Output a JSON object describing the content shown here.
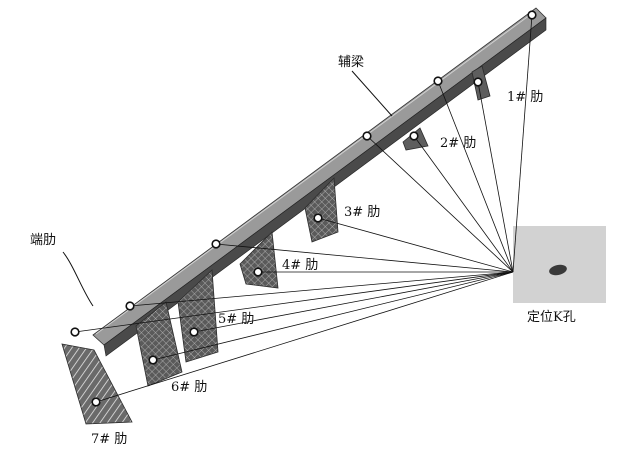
{
  "labels": {
    "beam": "辅梁",
    "end_rib": "端肋",
    "hole": "定位K孔",
    "rib1": "1# 肋",
    "rib2": "2# 肋",
    "rib3": "3# 肋",
    "rib4": "4# 肋",
    "rib5": "5# 肋",
    "rib6": "6# 肋",
    "rib7": "7# 肋"
  },
  "colors": {
    "beam_top": "#9a9a9a",
    "beam_side": "#4a4a4a",
    "rib": "#5e5e5e",
    "hole_panel": "#d2d2d2",
    "hole": "#3a3a3a",
    "lines": "#111111"
  }
}
